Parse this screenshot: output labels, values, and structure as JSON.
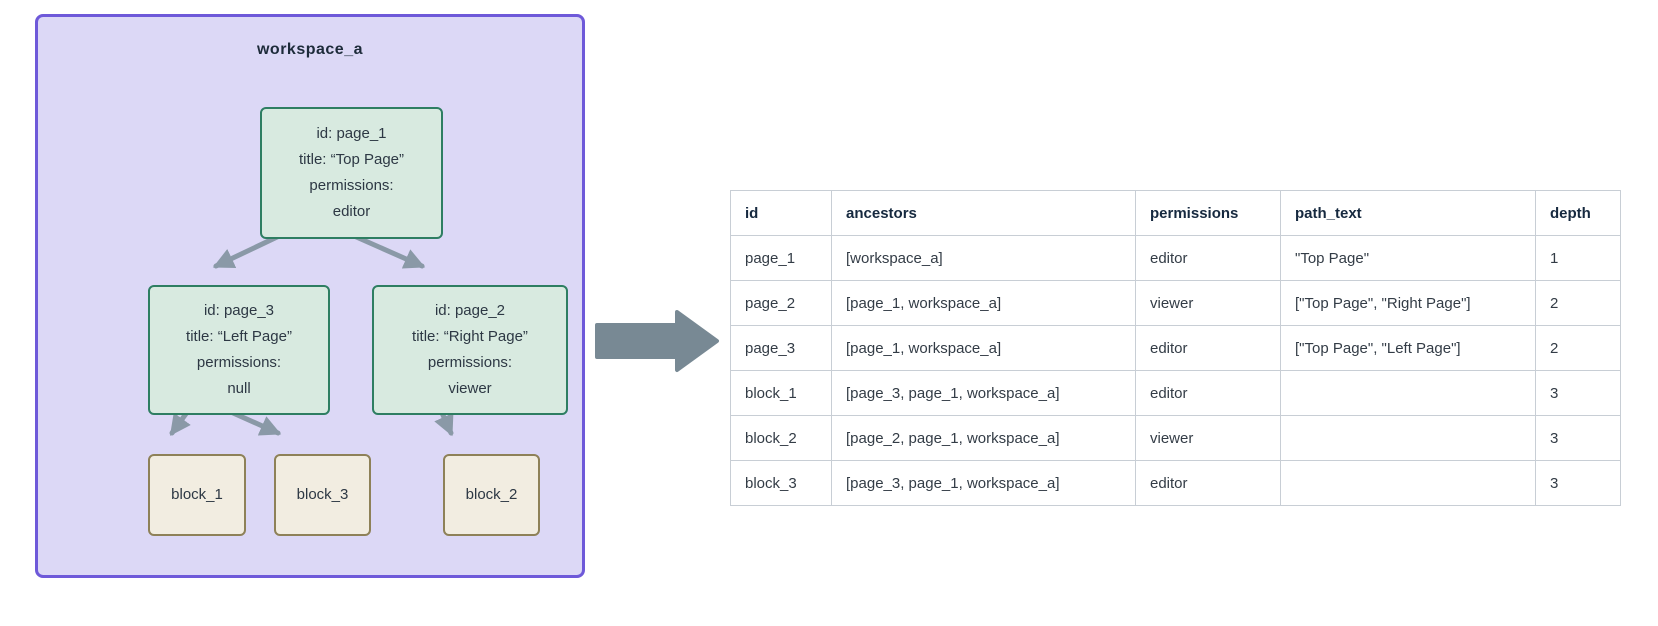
{
  "colors": {
    "container_fill": "#dcd8f6",
    "container_border": "#6e59d9",
    "page_fill": "#d8eae0",
    "page_border": "#2e7e62",
    "block_fill": "#f2ede1",
    "block_border": "#8e8158",
    "tree_arrow": "#8a99a7",
    "big_arrow": "#788994",
    "table_border": "#c8ced5"
  },
  "diagram": {
    "workspace_label": "workspace_a",
    "nodes": {
      "page_1": {
        "line1": "id: page_1",
        "line2": "title: “Top Page”",
        "line3": "permissions:",
        "line4": "editor"
      },
      "page_3": {
        "line1": "id: page_3",
        "line2": "title: “Left Page”",
        "line3": "permissions:",
        "line4": "null"
      },
      "page_2": {
        "line1": "id: page_2",
        "line2": "title: “Right Page”",
        "line3": "permissions:",
        "line4": "viewer"
      },
      "block_1": {
        "label": "block_1"
      },
      "block_3": {
        "label": "block_3"
      },
      "block_2": {
        "label": "block_2"
      }
    }
  },
  "table": {
    "headers": [
      "id",
      "ancestors",
      "permissions",
      "path_text",
      "depth"
    ],
    "rows": [
      {
        "id": "page_1",
        "ancestors": "[workspace_a]",
        "permissions": "editor",
        "path_text": "\"Top Page\"",
        "depth": "1"
      },
      {
        "id": "page_2",
        "ancestors": "[page_1, workspace_a]",
        "permissions": "viewer",
        "path_text": "[\"Top Page\", \"Right Page\"]",
        "depth": "2"
      },
      {
        "id": "page_3",
        "ancestors": "[page_1, workspace_a]",
        "permissions": "editor",
        "path_text": "[\"Top Page\", \"Left Page\"]",
        "depth": "2"
      },
      {
        "id": "block_1",
        "ancestors": "[page_3, page_1, workspace_a]",
        "permissions": "editor",
        "path_text": "",
        "depth": "3"
      },
      {
        "id": "block_2",
        "ancestors": "[page_2, page_1, workspace_a]",
        "permissions": "viewer",
        "path_text": "",
        "depth": "3"
      },
      {
        "id": "block_3",
        "ancestors": "[page_3, page_1, workspace_a]",
        "permissions": "editor",
        "path_text": "",
        "depth": "3"
      }
    ]
  }
}
